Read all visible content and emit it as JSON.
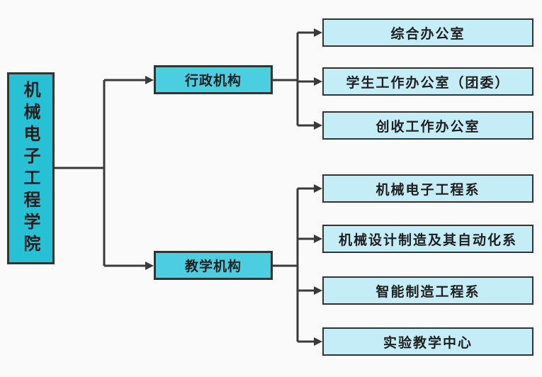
{
  "org_chart": {
    "root": {
      "label": "机械电子工程学院"
    },
    "branches": [
      {
        "label": "行政机构",
        "children": [
          {
            "label": "综合办公室"
          },
          {
            "label": "学生工作办公室（团委）"
          },
          {
            "label": "创收工作办公室"
          }
        ]
      },
      {
        "label": "教学机构",
        "children": [
          {
            "label": "机械电子工程系"
          },
          {
            "label": "机械设计制造及其自动化系"
          },
          {
            "label": "智能制造工程系"
          },
          {
            "label": "实验教学中心"
          }
        ]
      }
    ]
  },
  "colors": {
    "background": "#fafafa",
    "root_fill": "#27c1d6",
    "branch_fill": "#4bcfe0",
    "leaf_fill": "#c5edf7",
    "border": "#333333",
    "line": "#3a3a3a",
    "text": "#1f1f1f"
  }
}
